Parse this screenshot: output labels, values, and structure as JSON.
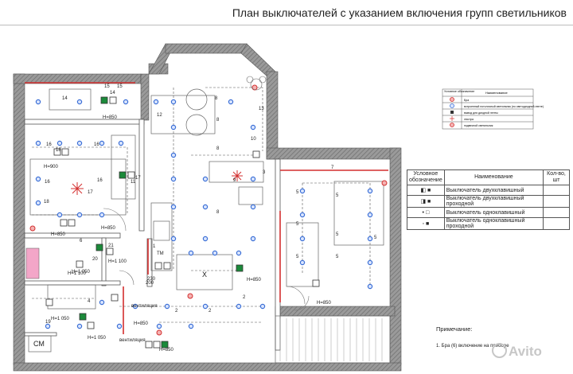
{
  "title": "План выключателей с указанием включения групп светильников",
  "colors": {
    "wall": "#8c8c8c",
    "wall_hatch": "#6e6e6e",
    "red": "#d32f2f",
    "blue_fixture": "#3b6fd6",
    "green": "#1b8a3a",
    "pink": "#f3a6c8",
    "line": "#555555"
  },
  "small_legend": {
    "header_symbol": "Условное обозначение",
    "header_name": "Наименование",
    "rows": [
      {
        "icon": "wall-sconce-icon",
        "name": "Бра"
      },
      {
        "icon": "recessed-ceiling-light-icon",
        "name": "встроенный потолочный светильник (по светодиодной ленте)"
      },
      {
        "icon": "led-strip-output-icon",
        "name": "вывод для диодной ленты"
      },
      {
        "icon": "chandelier-icon",
        "name": "люстра"
      },
      {
        "icon": "pendant-light-icon",
        "name": "подвесной светильник"
      }
    ]
  },
  "switch_legend": {
    "header_symbol": "Условное обозначение",
    "header_name": "Наименование",
    "header_qty": "Кол-во, шт",
    "rows": [
      {
        "icon": "double-switch-icon",
        "name": "Выключатель двухклавишный",
        "qty": ""
      },
      {
        "icon": "double-pass-switch-icon",
        "name": "Выключатель двухклавишный проходной",
        "qty": ""
      },
      {
        "icon": "single-switch-icon",
        "name": "Выключатель одноклавишный",
        "qty": ""
      },
      {
        "icon": "single-pass-switch-icon",
        "name": "Выключатель одноклавишный проходной",
        "qty": ""
      }
    ]
  },
  "notes": {
    "heading": "Примечание:",
    "items": [
      "1. Бра (6) включение на приборе"
    ]
  },
  "plan_labels": {
    "groups": [
      "15",
      "14",
      "14",
      "13",
      "12",
      "8",
      "8",
      "8",
      "8",
      "16",
      "16",
      "16",
      "16",
      "17",
      "17",
      "18",
      "18",
      "1",
      "7",
      "5",
      "5",
      "5",
      "5",
      "5",
      "5",
      "5",
      "2",
      "2",
      "2",
      "9",
      "4"
    ],
    "heights": [
      "H=850",
      "H=900",
      "H=850",
      "H=850",
      "H=1 100",
      "H=1 050",
      "H=1 050",
      "H=850",
      "H=850",
      "H=850",
      "H=1 050",
      "H=1 100",
      "H=850"
    ],
    "room_tags": [
      "ТМ",
      "СМ",
      "X",
      "вентиляция",
      "вентиляция"
    ],
    "numbers_misc": [
      "15",
      "20",
      "21",
      "230",
      "200",
      "11",
      "3",
      "6",
      "10",
      "19"
    ]
  },
  "watermark": "Avito"
}
